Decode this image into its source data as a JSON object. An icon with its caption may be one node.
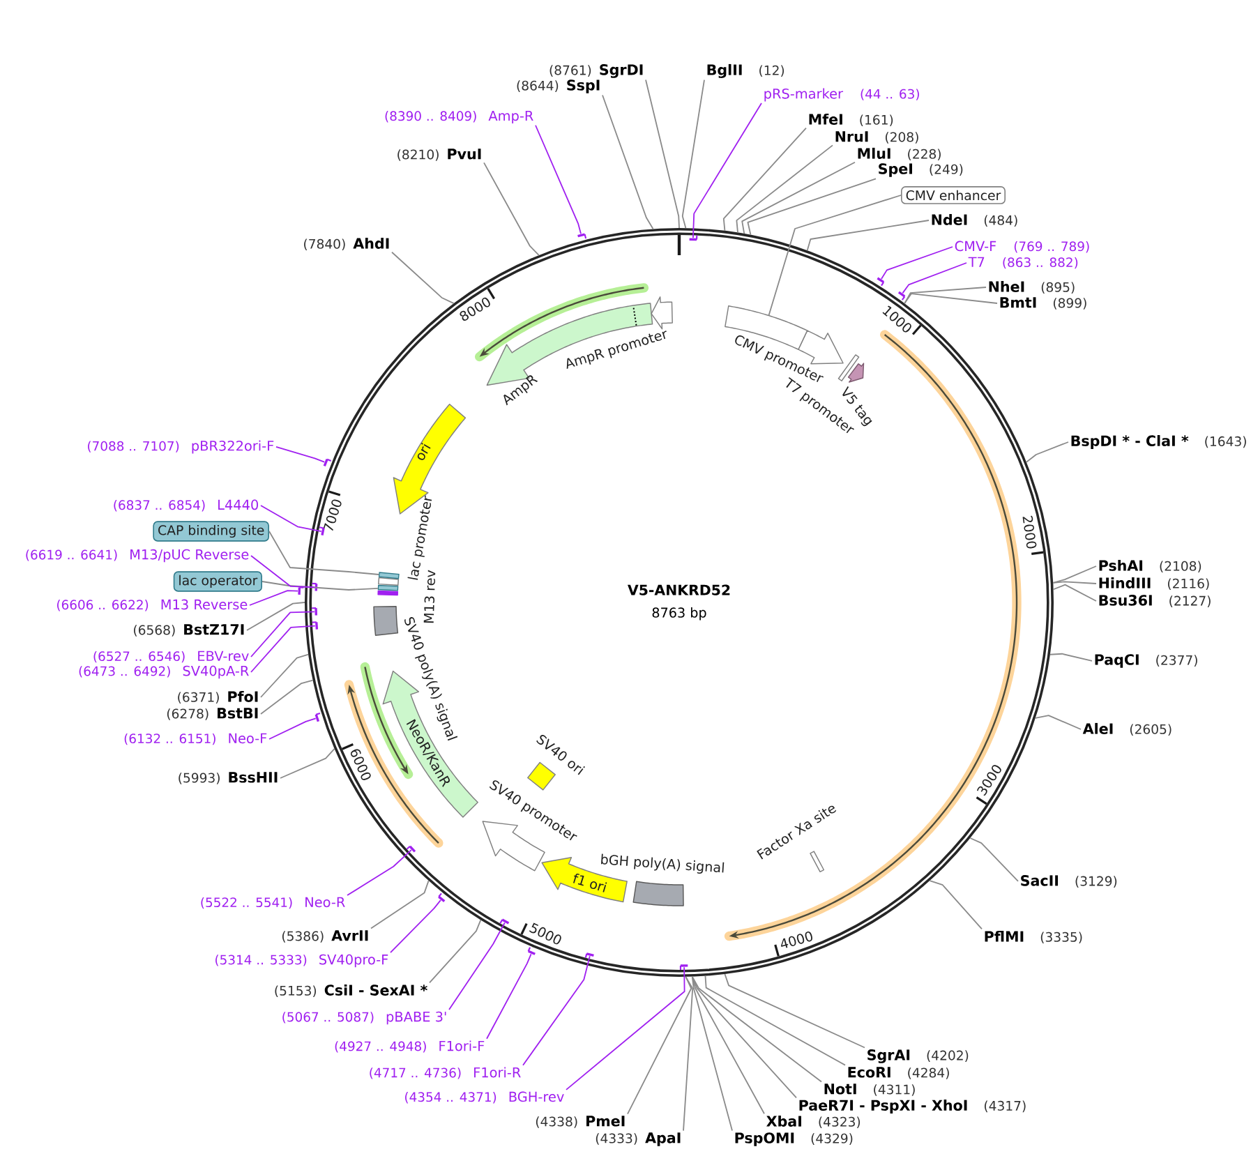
{
  "diagram": {
    "nodes": [
      {
        "text": [
          "V5-ANKRD52",
          "8763 bp"
        ]
      },
      {
        "text": [
          "BglII",
          "(12)"
        ]
      },
      {
        "text": [
          "pRS-marker",
          "(44 .. 63)"
        ]
      },
      {
        "text": [
          "MfeI",
          "(161)"
        ]
      },
      {
        "text": [
          "NruI",
          "(208)"
        ]
      },
      {
        "text": [
          "MluI",
          "(228)"
        ]
      },
      {
        "text": [
          "SpeI",
          "(249)"
        ]
      },
      {
        "text": [
          "CMV enhancer"
        ]
      },
      {
        "text": [
          "NdeI",
          "(484)"
        ]
      },
      {
        "text": [
          "CMV-F",
          "(769 .. 789)"
        ]
      },
      {
        "text": [
          "T7",
          "(863 .. 882)"
        ]
      },
      {
        "text": [
          "NheI",
          "(895)"
        ]
      },
      {
        "text": [
          "BmtI",
          "(899)"
        ]
      },
      {
        "text": [
          "BspDI * - ClaI *",
          "(1643)"
        ]
      },
      {
        "text": [
          "PshAI",
          "(2108)"
        ]
      },
      {
        "text": [
          "HindIII",
          "(2116)"
        ]
      },
      {
        "text": [
          "Bsu36I",
          "(2127)"
        ]
      },
      {
        "text": [
          "PaqCI",
          "(2377)"
        ]
      },
      {
        "text": [
          "AleI",
          "(2605)"
        ]
      },
      {
        "text": [
          "SacII",
          "(3129)"
        ]
      },
      {
        "text": [
          "PflMI",
          "(3335)"
        ]
      },
      {
        "text": [
          "SgrAI",
          "(4202)"
        ]
      },
      {
        "text": [
          "EcoRI",
          "(4284)"
        ]
      },
      {
        "text": [
          "NotI",
          "(4311)"
        ]
      },
      {
        "text": [
          "PaeR7I - PspXI - XhoI",
          "(4317)"
        ]
      },
      {
        "text": [
          "XbaI",
          "(4323)"
        ]
      },
      {
        "text": [
          "PspOMI",
          "(4329)"
        ]
      },
      {
        "text": [
          "(4333)",
          "ApaI"
        ]
      },
      {
        "text": [
          "(4338)",
          "PmeI"
        ]
      },
      {
        "text": [
          "(4354 .. 4371)",
          "BGH-rev"
        ]
      },
      {
        "text": [
          "(4717 .. 4736)",
          "F1ori-R"
        ]
      },
      {
        "text": [
          "(4927 .. 4948)",
          "F1ori-F"
        ]
      },
      {
        "text": [
          "(5067 .. 5087)",
          "pBABE 3'"
        ]
      },
      {
        "text": [
          "(5153)",
          "CsiI - SexAI *"
        ]
      },
      {
        "text": [
          "(5314 .. 5333)",
          "SV40pro-F"
        ]
      },
      {
        "text": [
          "(5386)",
          "AvrII"
        ]
      },
      {
        "text": [
          "(5522 .. 5541)",
          "Neo-R"
        ]
      },
      {
        "text": [
          "(5993)",
          "BssHII"
        ]
      },
      {
        "text": [
          "(6132 .. 6151)",
          "Neo-F"
        ]
      },
      {
        "text": [
          "(6278)",
          "BstBI"
        ]
      },
      {
        "text": [
          "(6371)",
          "PfoI"
        ]
      },
      {
        "text": [
          "(6473 .. 6492)",
          "SV40pA-R"
        ]
      },
      {
        "text": [
          "(6527 .. 6546)",
          "EBV-rev"
        ]
      },
      {
        "text": [
          "(6568)",
          "BstZ17I"
        ]
      },
      {
        "text": [
          "(6606 .. 6622)",
          "M13 Reverse"
        ]
      },
      {
        "text": [
          "lac operator"
        ]
      },
      {
        "text": [
          "(6619 .. 6641)",
          "M13/pUC Reverse"
        ]
      },
      {
        "text": [
          "CAP binding site"
        ]
      },
      {
        "text": [
          "(6837 .. 6854)",
          "L4440"
        ]
      },
      {
        "text": [
          "(7088 .. 7107)",
          "pBR322ori-F"
        ]
      },
      {
        "text": [
          "(7840)",
          "AhdI"
        ]
      },
      {
        "text": [
          "(8210)",
          "PvuI"
        ]
      },
      {
        "text": [
          "(8390 .. 8409)",
          "Amp-R"
        ]
      },
      {
        "text": [
          "(8644)",
          "SspI"
        ]
      },
      {
        "text": [
          "(8761)",
          "SgrDI"
        ]
      },
      {
        "text": [
          "CMV promoter"
        ],
        "in": 0
      },
      {
        "text": [
          "T7 promoter"
        ],
        "in": 0
      },
      {
        "text": [
          "V5 tag"
        ],
        "in": 0
      },
      {
        "text": [
          "Factor Xa site"
        ],
        "in": 0
      },
      {
        "text": [
          "bGH poly(A) signal"
        ],
        "in": 0
      },
      {
        "text": [
          "f1 ori"
        ],
        "in": 0
      },
      {
        "text": [
          "SV40 promoter"
        ],
        "in": 0
      },
      {
        "text": [
          "SV40 ori"
        ],
        "in": 0
      },
      {
        "text": [
          "NeoR/KanR"
        ],
        "in": 0
      },
      {
        "text": [
          "SV40 poly(A) signal"
        ],
        "in": 0
      },
      {
        "text": [
          "M13 rev"
        ],
        "in": 0
      },
      {
        "text": [
          "lac promoter"
        ],
        "in": 0
      },
      {
        "text": [
          "ori"
        ],
        "in": 0
      },
      {
        "text": [
          "AmpR"
        ],
        "in": 0
      },
      {
        "text": [
          "AmpR promoter"
        ],
        "in": 0
      },
      {
        "text": [],
        "shape": "box",
        "in": 0
      },
      {
        "text": [],
        "shape": "box",
        "in": 0
      },
      {
        "text": [],
        "shape": "box",
        "in": 0
      },
      {
        "text": [],
        "shape": "bar",
        "in": 0
      },
      {
        "text": [],
        "shape": "bar"
      },
      {
        "text": [],
        "shape": "bar"
      },
      {
        "text": [],
        "shape": "bar",
        "in": 0
      },
      {
        "text": [],
        "shape": "bar",
        "in": 0
      },
      {
        "text": [],
        "shape": "bar"
      },
      {
        "text": [],
        "shape": "bar",
        "in": 0
      },
      {
        "text": [],
        "shape": "bar"
      },
      {
        "text": [],
        "shape": "bar",
        "in": 0
      },
      {
        "text": [],
        "shape": "bar"
      },
      {
        "text": [],
        "shape": "bar",
        "in": 0
      },
      {
        "text": [],
        "shape": "bar",
        "in": 0
      },
      {
        "text": [],
        "shape": "bar"
      },
      {
        "text": [],
        "shape": "bar",
        "in": 0
      },
      {
        "text": [],
        "shape": "bar",
        "in": 0
      },
      {
        "text": [],
        "shape": "bar"
      },
      {
        "text": [],
        "shape": "bar"
      }
    ],
    "edges": [
      {
        "from": 1,
        "to": 0,
        "arrow": "none"
      },
      {
        "from": 2,
        "to": 73,
        "arrow": "none",
        "color": "#a020f0"
      },
      {
        "from": 3,
        "to": 0,
        "arrow": "none"
      },
      {
        "from": 4,
        "to": 0,
        "arrow": "none"
      },
      {
        "from": 5,
        "to": 0,
        "arrow": "none"
      },
      {
        "from": 6,
        "to": 0,
        "arrow": "none"
      },
      {
        "from": 7,
        "to": 70,
        "arrow": "none"
      },
      {
        "from": 8,
        "to": 0,
        "arrow": "none"
      },
      {
        "from": 9,
        "to": 74,
        "arrow": "none",
        "color": "#a020f0"
      },
      {
        "from": 10,
        "to": 75,
        "arrow": "none",
        "color": "#a020f0"
      },
      {
        "from": 11,
        "to": 0,
        "arrow": "none"
      },
      {
        "from": 12,
        "to": 0,
        "arrow": "none"
      },
      {
        "from": 13,
        "to": 0,
        "arrow": "none"
      },
      {
        "from": 14,
        "to": 0,
        "arrow": "none"
      },
      {
        "from": 15,
        "to": 0,
        "arrow": "none"
      },
      {
        "from": 16,
        "to": 0,
        "arrow": "none"
      },
      {
        "from": 17,
        "to": 0,
        "arrow": "none"
      },
      {
        "from": 18,
        "to": 0,
        "arrow": "none"
      },
      {
        "from": 19,
        "to": 0,
        "arrow": "none"
      },
      {
        "from": 20,
        "to": 0,
        "arrow": "none"
      },
      {
        "from": 21,
        "to": 0,
        "arrow": "none"
      },
      {
        "from": 22,
        "to": 0,
        "arrow": "none"
      },
      {
        "from": 23,
        "to": 0,
        "arrow": "none"
      },
      {
        "from": 24,
        "to": 0,
        "arrow": "none"
      },
      {
        "from": 25,
        "to": 0,
        "arrow": "none"
      },
      {
        "from": 26,
        "to": 0,
        "arrow": "none"
      },
      {
        "from": 27,
        "to": 0,
        "arrow": "none"
      },
      {
        "from": 28,
        "to": 0,
        "arrow": "none"
      },
      {
        "from": 29,
        "to": 76,
        "arrow": "none",
        "color": "#a020f0"
      },
      {
        "from": 30,
        "to": 77,
        "arrow": "none",
        "color": "#a020f0"
      },
      {
        "from": 31,
        "to": 78,
        "arrow": "none",
        "color": "#a020f0"
      },
      {
        "from": 32,
        "to": 79,
        "arrow": "none",
        "color": "#a020f0"
      },
      {
        "from": 33,
        "to": 0,
        "arrow": "none"
      },
      {
        "from": 34,
        "to": 80,
        "arrow": "none",
        "color": "#a020f0"
      },
      {
        "from": 35,
        "to": 0,
        "arrow": "none"
      },
      {
        "from": 36,
        "to": 81,
        "arrow": "none",
        "color": "#a020f0"
      },
      {
        "from": 37,
        "to": 0,
        "arrow": "none"
      },
      {
        "from": 38,
        "to": 82,
        "arrow": "none",
        "color": "#a020f0"
      },
      {
        "from": 39,
        "to": 0,
        "arrow": "none"
      },
      {
        "from": 40,
        "to": 0,
        "arrow": "none"
      },
      {
        "from": 41,
        "to": 83,
        "arrow": "none",
        "color": "#a020f0"
      },
      {
        "from": 42,
        "to": 84,
        "arrow": "none",
        "color": "#a020f0"
      },
      {
        "from": 43,
        "to": 0,
        "arrow": "none"
      },
      {
        "from": 44,
        "to": 85,
        "arrow": "none",
        "color": "#a020f0"
      },
      {
        "from": 45,
        "to": 71,
        "arrow": "none"
      },
      {
        "from": 46,
        "to": 86,
        "arrow": "none",
        "color": "#a020f0"
      },
      {
        "from": 47,
        "to": 72,
        "arrow": "none"
      },
      {
        "from": 48,
        "to": 87,
        "arrow": "none",
        "color": "#a020f0"
      },
      {
        "from": 49,
        "to": 88,
        "arrow": "none",
        "color": "#a020f0"
      },
      {
        "from": 50,
        "to": 0,
        "arrow": "none"
      },
      {
        "from": 51,
        "to": 0,
        "arrow": "none"
      },
      {
        "from": 52,
        "to": 89,
        "arrow": "none",
        "color": "#a020f0"
      },
      {
        "from": 53,
        "to": 0,
        "arrow": "none"
      },
      {
        "from": 54,
        "to": 0,
        "arrow": "none"
      }
    ],
    "labels": [
      "1000",
      "2000",
      "3000",
      "4000",
      "5000",
      "6000",
      "7000",
      "8000"
    ]
  }
}
